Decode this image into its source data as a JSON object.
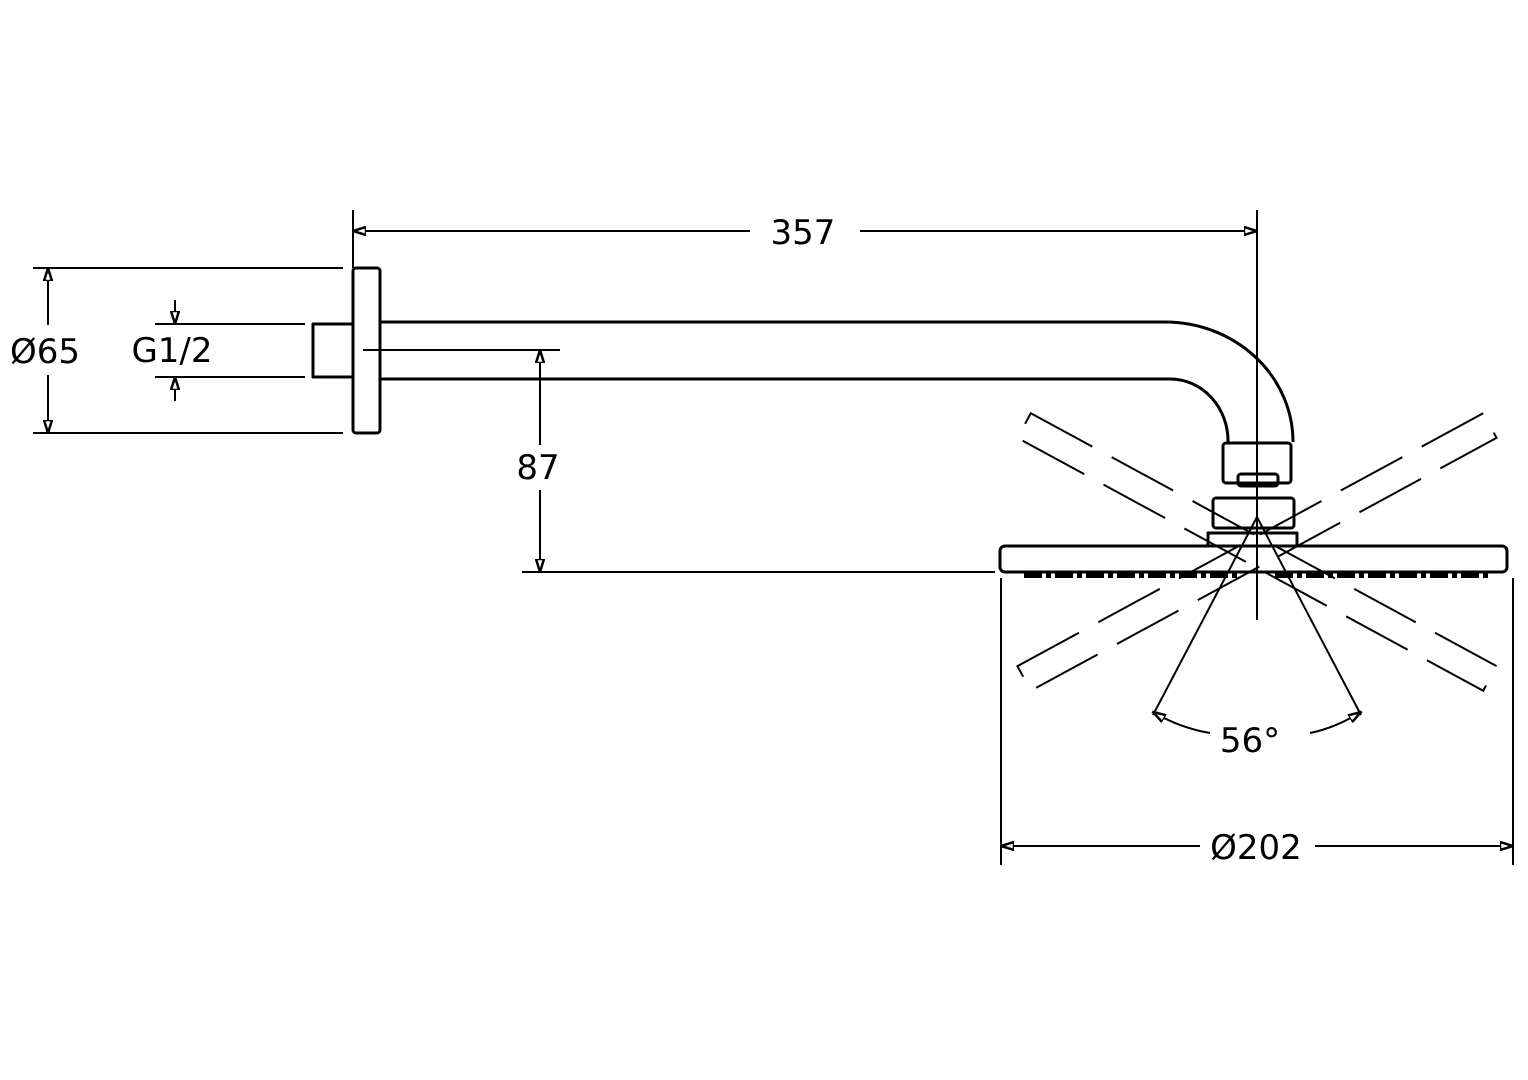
{
  "drawing": {
    "title": "Shower arm with head - dimension drawing",
    "dimensions": {
      "arm_length": "357",
      "flange_diameter": "Ø65",
      "thread": "G1/2",
      "drop_height": "87",
      "spray_angle": "56°",
      "head_diameter": "Ø202"
    },
    "colors": {
      "line": "#000000",
      "background": "#ffffff"
    }
  }
}
